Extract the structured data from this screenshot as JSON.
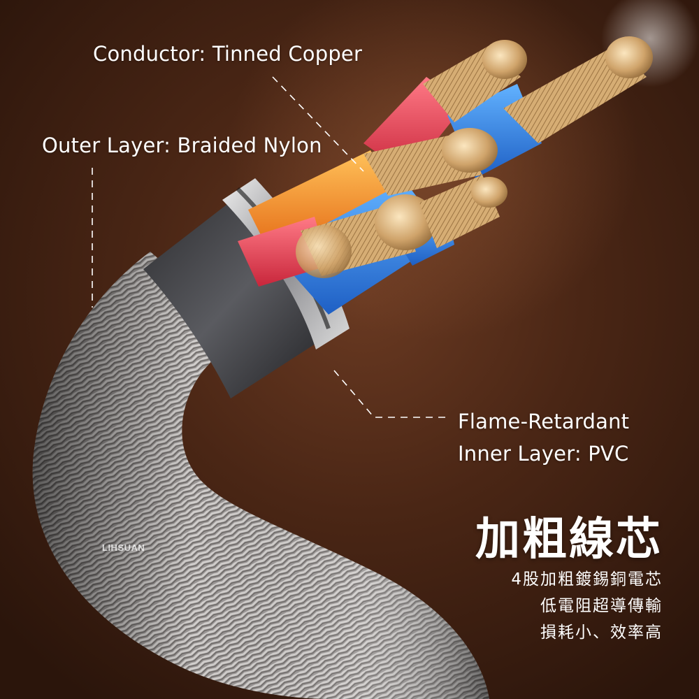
{
  "labels": {
    "conductor": "Conductor: Tinned Copper",
    "outer_layer": "Outer Layer: Braided Nylon",
    "inner_layer_line1": "Flame-Retardant",
    "inner_layer_line2": "Inner Layer: PVC"
  },
  "headline": "加粗線芯",
  "description": [
    "4股加粗鍍錫銅電芯",
    "低電阻超導傳輸",
    "損耗小、效率高"
  ],
  "brand": "LIHSUAN",
  "colors": {
    "background": "#4a2615",
    "braid": "#9c9898",
    "wire_red": "#e8455a",
    "wire_orange": "#f28a2a",
    "wire_blue": "#2f7fe0",
    "copper": "#d8b07a"
  }
}
